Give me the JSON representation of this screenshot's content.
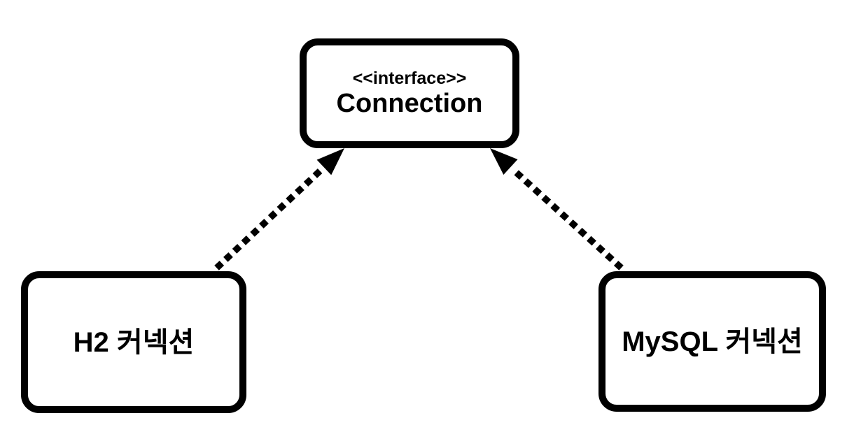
{
  "diagram": {
    "type": "uml-class-diagram",
    "background_color": "#ffffff",
    "stroke_color": "#000000",
    "interface_node": {
      "stereotype": "<<interface>>",
      "name": "Connection"
    },
    "implementation_nodes": [
      {
        "name": "H2 커넥션",
        "relation": "realizes",
        "target": "Connection"
      },
      {
        "name": "MySQL 커넥션",
        "relation": "realizes",
        "target": "Connection"
      }
    ],
    "arrow_style": "dotted line with filled triangular arrowhead pointing to interface"
  }
}
